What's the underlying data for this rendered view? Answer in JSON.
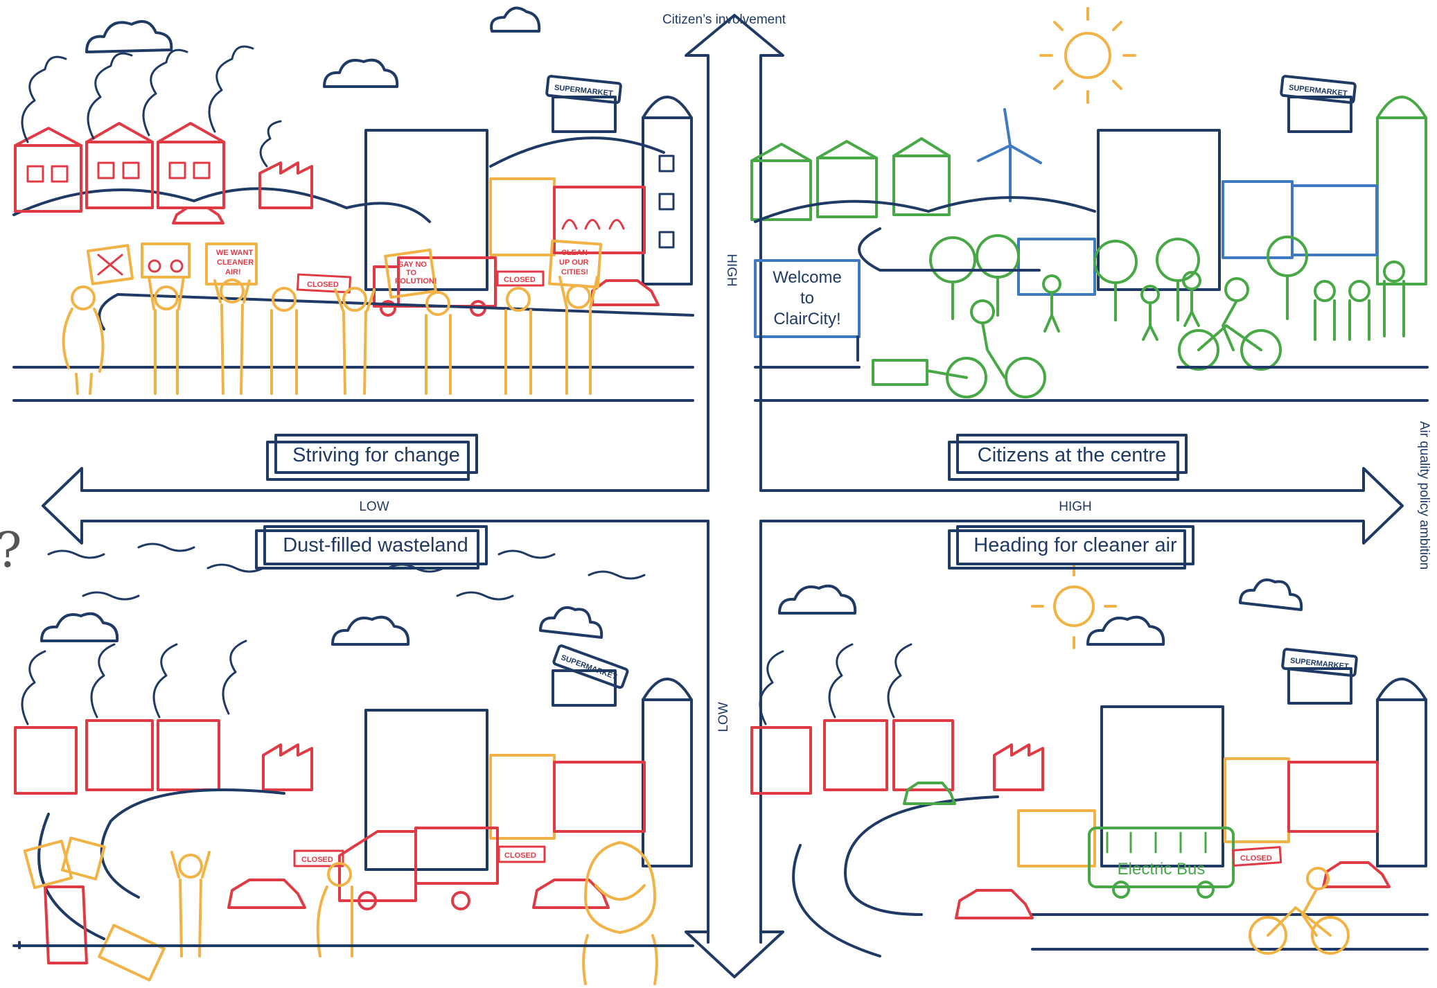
{
  "axes": {
    "vertical_title": "Citizen’s involvement",
    "vertical_high": "HIGH",
    "vertical_low": "LOW",
    "horizontal_title": "Air quality policy ambition",
    "horizontal_low": "LOW",
    "horizontal_high": "HIGH"
  },
  "quadrants": {
    "top_left": "Striving for change",
    "top_right": "Citizens at the centre",
    "bottom_left": "Dust-filled wasteland",
    "bottom_right": "Heading for cleaner air"
  },
  "signs": {
    "supermarket": "SUPERMARKET",
    "closed": "CLOSED",
    "welcome_line1": "Welcome",
    "welcome_line2": "to",
    "welcome_line3": "ClairCity!",
    "electric_bus": "Electric Bus",
    "cleaner_air_1": "WE WANT",
    "cleaner_air_2": "CLEANER",
    "cleaner_air_3": "AIR!",
    "say_no_1": "SAY NO",
    "say_no_2": "TO",
    "say_no_3": "POLUTION!",
    "clean_up_1": "CLEAN",
    "clean_up_2": "UP OUR",
    "clean_up_3": "CITIES!"
  },
  "edge_mark": "?",
  "colors": {
    "navy": "#1f3a64",
    "red": "#e03a45",
    "orange": "#f2b346",
    "green": "#48a846",
    "blue": "#3e79c2"
  }
}
